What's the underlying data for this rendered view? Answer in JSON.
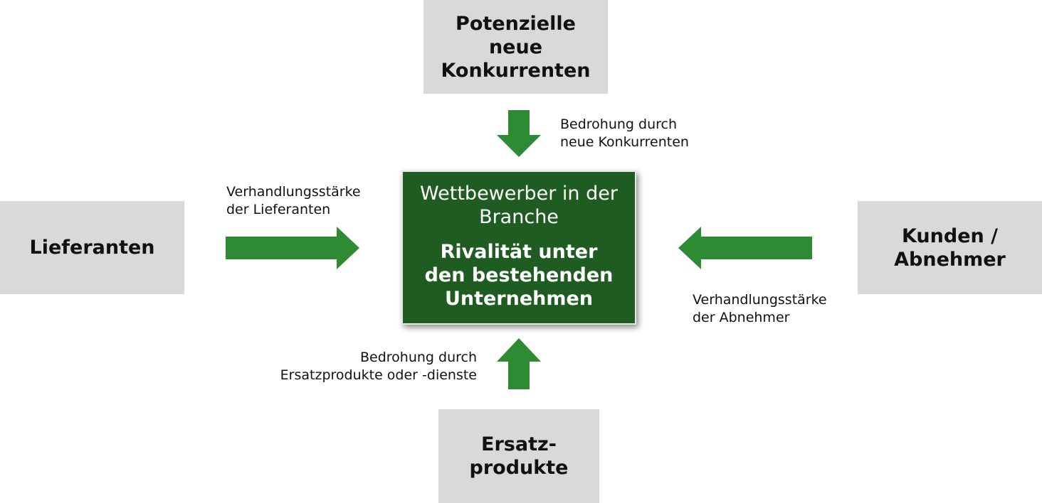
{
  "forces": {
    "top": {
      "label": "Potenzielle\nneue\nKonkurrenten"
    },
    "left": {
      "label": "Lieferanten"
    },
    "right": {
      "label": "Kunden /\nAbnehmer"
    },
    "bottom": {
      "label": "Ersatz-\nprodukte"
    }
  },
  "center": {
    "title": "Wettbewerber in der\nBranche",
    "subtitle": "Rivalität unter\nden bestehenden\nUnternehmen"
  },
  "annotations": {
    "top": "Bedrohung durch\nneue Konkurrenten",
    "left": "Verhandlungsstärke\nder Lieferanten",
    "right": "Verhandlungsstärke\nder Abnehmer",
    "bottom": "Bedrohung durch\nErsatzprodukte oder -dienste"
  },
  "colors": {
    "arrow": "#2e8b34",
    "center_fill": "#1f5c21",
    "box_fill": "#d9d9d9"
  }
}
